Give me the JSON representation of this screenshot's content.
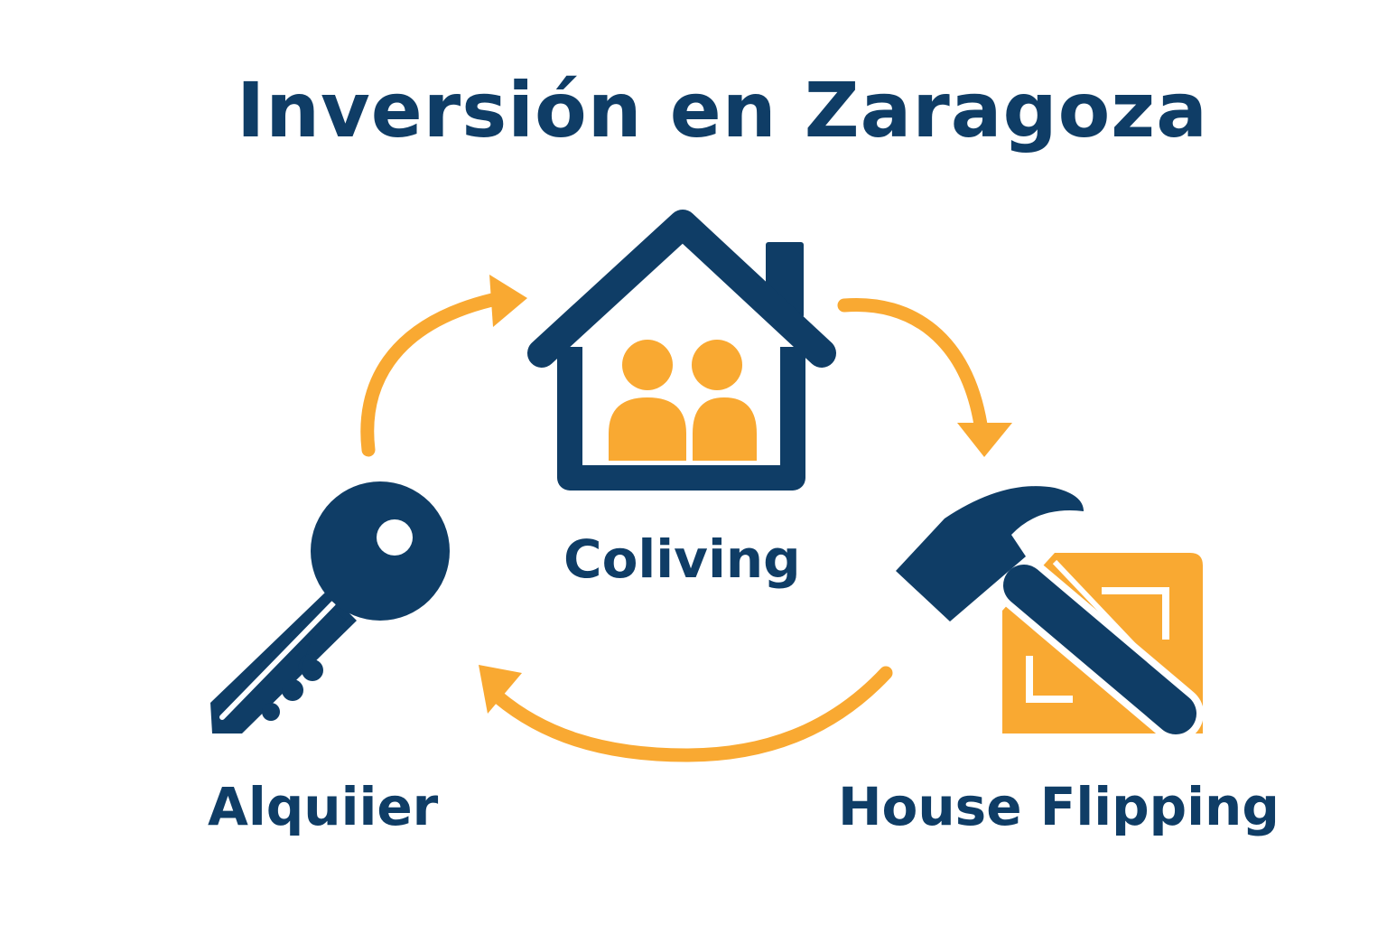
{
  "title": "Inversión en Zaragoza",
  "colors": {
    "navy": "#0f3d66",
    "orange": "#f9a932",
    "background": "#ffffff"
  },
  "nodes": [
    {
      "id": "coliving",
      "label": "Coliving",
      "icon": "house-with-people-icon"
    },
    {
      "id": "alquiler",
      "label": "Alquiier",
      "icon": "key-icon"
    },
    {
      "id": "house-flipping",
      "label": "House Flipping",
      "icon": "hammer-and-blueprint-icon"
    }
  ],
  "connections": [
    {
      "from": "alquiler",
      "to": "coliving",
      "icon": "arrow-icon"
    },
    {
      "from": "coliving",
      "to": "house-flipping",
      "icon": "arrow-icon"
    },
    {
      "from": "house-flipping",
      "to": "alquiler",
      "icon": "arrow-icon"
    }
  ]
}
